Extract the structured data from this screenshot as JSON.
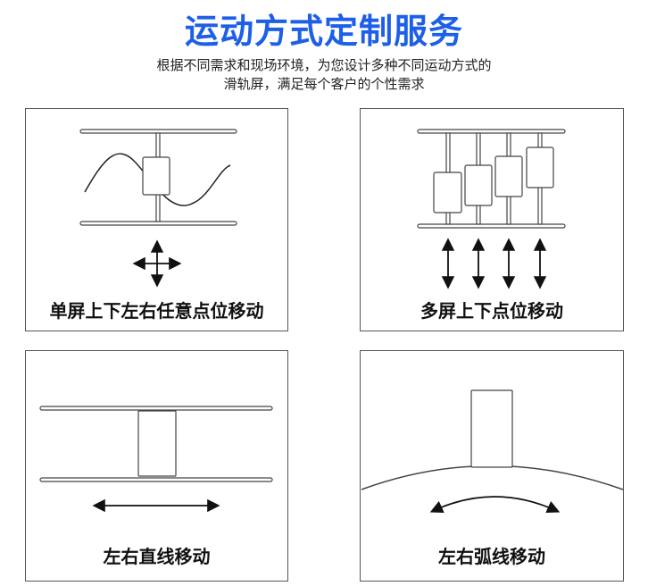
{
  "header": {
    "title": "运动方式定制服务",
    "subtitle_line1": "根据不同需求和现场环境，为您设计多种不同运动方式的",
    "subtitle_line2": "滑轨屏，满足每个客户的个性需求"
  },
  "panels": [
    {
      "label": "单屏上下左右任意点位移动"
    },
    {
      "label": "多屏上下点位移动"
    },
    {
      "label": "左右直线移动"
    },
    {
      "label": "左右弧线移动"
    }
  ],
  "colors": {
    "title": "#1e5fe8",
    "line": "#333333"
  }
}
